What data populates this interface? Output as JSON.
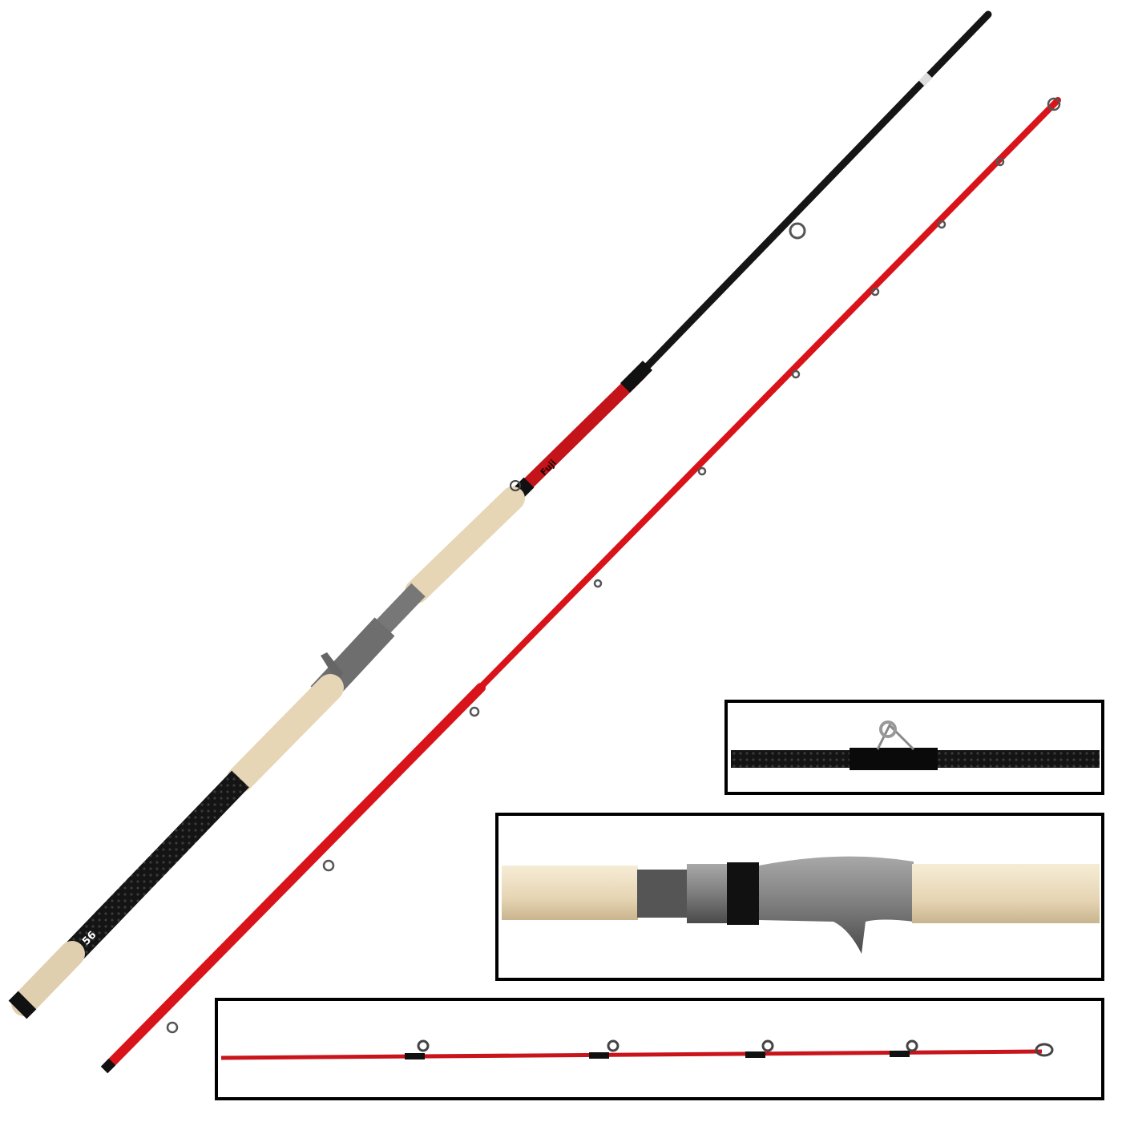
{
  "product": {
    "logo_text": "56",
    "blank_brand_text": "Fuji"
  },
  "colors": {
    "background": "#ffffff",
    "blank_black": "#151515",
    "blank_red": "#d8141a",
    "cork": "#eadcc0",
    "reel_seat": "#7d7d7d",
    "inset_border": "#000000"
  },
  "insets": [
    {
      "label": "guide-detail"
    },
    {
      "label": "reel-seat-detail"
    },
    {
      "label": "tip-section-detail"
    }
  ]
}
